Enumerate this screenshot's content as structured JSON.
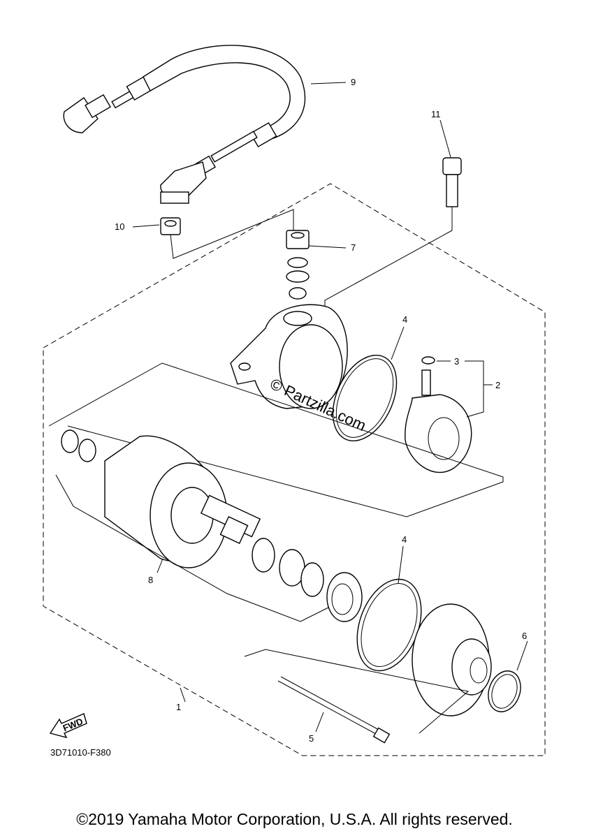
{
  "diagram": {
    "callouts": {
      "c1": "1",
      "c2": "2",
      "c3": "3",
      "c4a": "4",
      "c4b": "4",
      "c5": "5",
      "c6": "6",
      "c7": "7",
      "c8": "8",
      "c9": "9",
      "c10": "10",
      "c11": "11"
    },
    "fwd_label": "FWD",
    "diagram_code": "3D71010-F380",
    "watermark": "© Partzilla.com"
  },
  "footer": {
    "copyright": "©2019 Yamaha Motor Corporation, U.S.A. All rights reserved."
  }
}
